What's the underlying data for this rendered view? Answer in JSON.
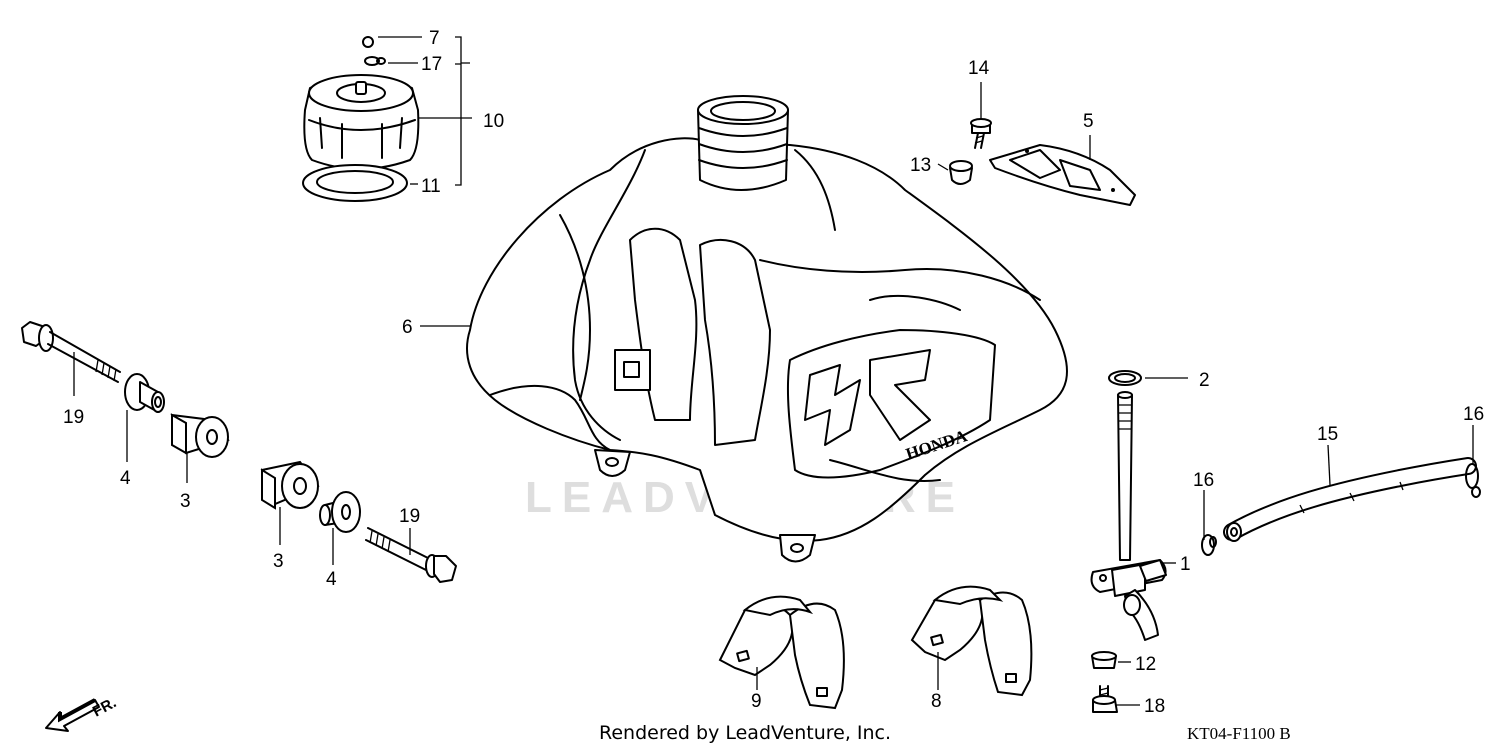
{
  "diagram": {
    "watermark": "LEADVENTURE",
    "footer_credit": "Rendered by LeadVenture, Inc.",
    "diagram_code": "KT04-F1100 B",
    "direction_arrow_label": "FR.",
    "tank_logo_text": "HONDA",
    "colors": {
      "line": "#000000",
      "background": "#ffffff",
      "watermark": "#dedede"
    }
  },
  "callouts": [
    {
      "id": "c7",
      "label": "7"
    },
    {
      "id": "c17",
      "label": "17"
    },
    {
      "id": "c10",
      "label": "10"
    },
    {
      "id": "c11",
      "label": "11"
    },
    {
      "id": "c14",
      "label": "14"
    },
    {
      "id": "c5",
      "label": "5"
    },
    {
      "id": "c13",
      "label": "13"
    },
    {
      "id": "c6",
      "label": "6"
    },
    {
      "id": "c2",
      "label": "2"
    },
    {
      "id": "c19a",
      "label": "19"
    },
    {
      "id": "c4a",
      "label": "4"
    },
    {
      "id": "c3a",
      "label": "3"
    },
    {
      "id": "c3b",
      "label": "3"
    },
    {
      "id": "c4b",
      "label": "4"
    },
    {
      "id": "c19b",
      "label": "19"
    },
    {
      "id": "c15",
      "label": "15"
    },
    {
      "id": "c16a",
      "label": "16"
    },
    {
      "id": "c16b",
      "label": "16"
    },
    {
      "id": "c1",
      "label": "1"
    },
    {
      "id": "c12",
      "label": "12"
    },
    {
      "id": "c18",
      "label": "18"
    },
    {
      "id": "c9",
      "label": "9"
    },
    {
      "id": "c8",
      "label": "8"
    }
  ]
}
